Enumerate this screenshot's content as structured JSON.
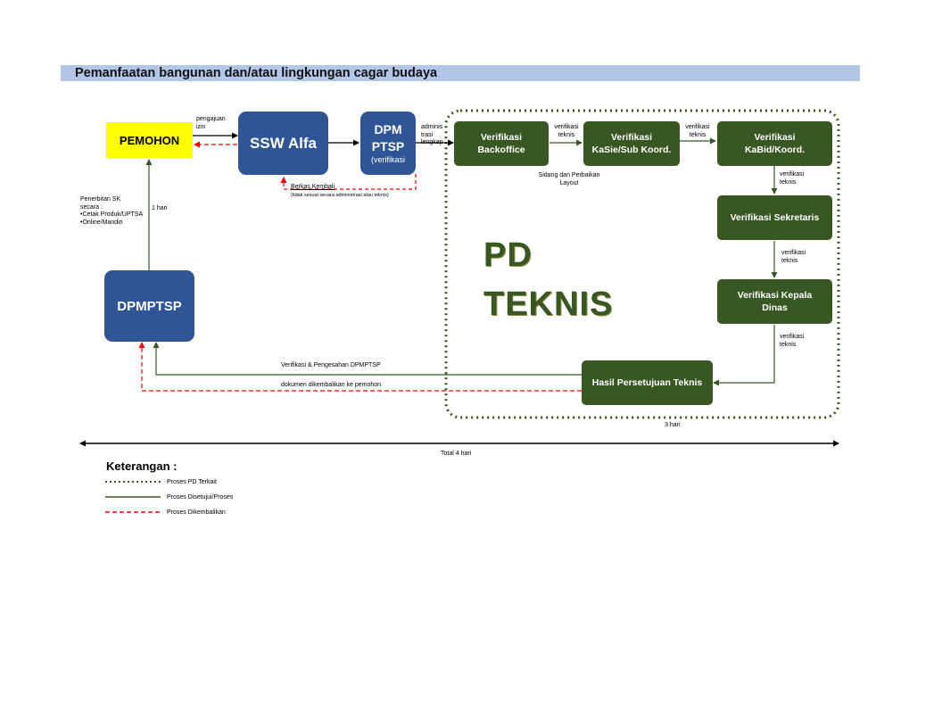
{
  "title": "Pemanfaatan bangunan dan/atau lingkungan cagar budaya",
  "nodes": {
    "pemohon": "PEMOHON",
    "ssw": "SSW Alfa",
    "dpm_line1": "DPM",
    "dpm_line2": "PTSP",
    "dpm_sub": "(verifikasi",
    "dpmptsp": "DPMPTSP",
    "backoffice_1": "Verifikasi",
    "backoffice_2": "Backoffice",
    "kasie_1": "Verifikasi",
    "kasie_2": "KaSie/Sub Koord.",
    "kabid_1": "Verifikasi",
    "kabid_2": "KaBid/Koord.",
    "sekretaris": "Verifikasi Sekretaris",
    "kepala_1": "Verifikasi Kepala",
    "kepala_2": "Dinas",
    "hasil": "Hasil Persetujuan Teknis"
  },
  "pd_teknis": {
    "line1": "PD",
    "line2": "TEKNIS"
  },
  "labels": {
    "pengajuan_1": "pengajuan",
    "pengajuan_2": "izin",
    "admin_1": "adminis",
    "admin_2": "trasi",
    "admin_3": "lengkap",
    "vt1_1": "verifikasi",
    "vt1_2": "teknis",
    "vt2_1": "verifikasi",
    "vt2_2": "teknis",
    "vt3_1": "verifikasi",
    "vt3_2": "teknis",
    "vt4_1": "verifikasi",
    "vt4_2": "teknis",
    "vt5_1": "verifikasi",
    "vt5_2": "teknis",
    "sidang_1": "Sidang dan Perbaikan",
    "sidang_2": "Layout",
    "berkas_1": "Berkas Kembali",
    "berkas_2": "(tidak sesuai secara administrasi atau teknis)",
    "penerbitan_1": "Penerbitan SK",
    "penerbitan_2": "secara :",
    "penerbitan_3": "•Cetak Produk/UPTSA",
    "penerbitan_4": "•Online/Mandiri",
    "satu_hari": "1 hari",
    "verifikasi_pengesahan": "Verifikasi & Pengesahan DPMPTSP",
    "dokumen_kembali": "dokumen dikembalikan ke pemohon",
    "tiga_hari": "3  hari",
    "total": "Total 4 hari"
  },
  "legend": {
    "title": "Keterangan :",
    "items": [
      {
        "label": "Proses PD Terkait",
        "style": "dotted",
        "color": "#385723"
      },
      {
        "label": "Proses Disetujui/Proses",
        "style": "solid",
        "color": "#385723"
      },
      {
        "label": "Proses Dikembalikan",
        "style": "dashed",
        "color": "#ff0000"
      }
    ]
  },
  "colors": {
    "blue_box": "#2f5597",
    "green_box": "#385723",
    "yellow_box": "#ffff00",
    "title_bar": "#b4c6e7",
    "return_line": "#ff0000"
  }
}
